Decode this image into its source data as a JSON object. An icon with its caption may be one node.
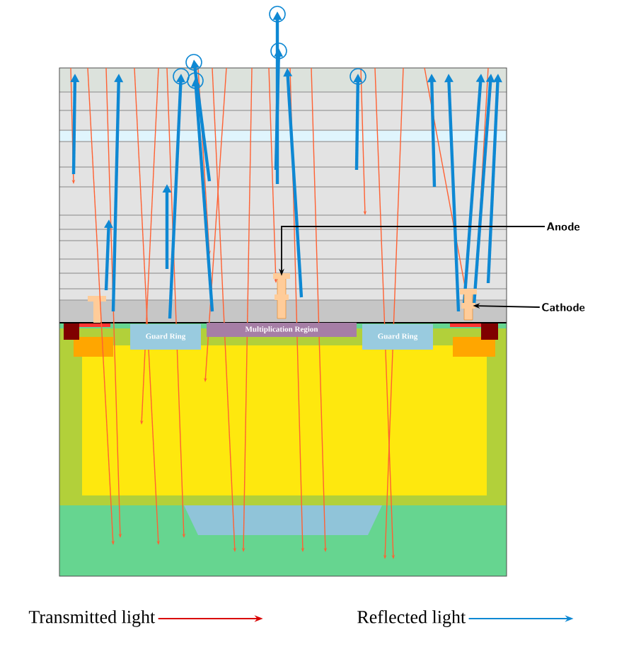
{
  "diagram": {
    "nodes": [
      {
        "text": [
          "Guard Ring"
        ]
      },
      {
        "text": [
          "Multiplication Region"
        ]
      },
      {
        "text": [
          "Guard Ring"
        ]
      },
      {
        "text": [
          "Anode"
        ]
      },
      {
        "text": [],
        "shape": "box"
      },
      {
        "text": [
          "Cathode"
        ]
      },
      {
        "text": [],
        "shape": "box"
      }
    ],
    "edges": [
      {
        "from": 3,
        "to": 4,
        "arrow": "to"
      },
      {
        "from": 5,
        "to": 6,
        "arrow": "to"
      }
    ],
    "legend": [
      {
        "text": "Transmitted light"
      },
      {
        "text": "Reflected light"
      }
    ]
  }
}
